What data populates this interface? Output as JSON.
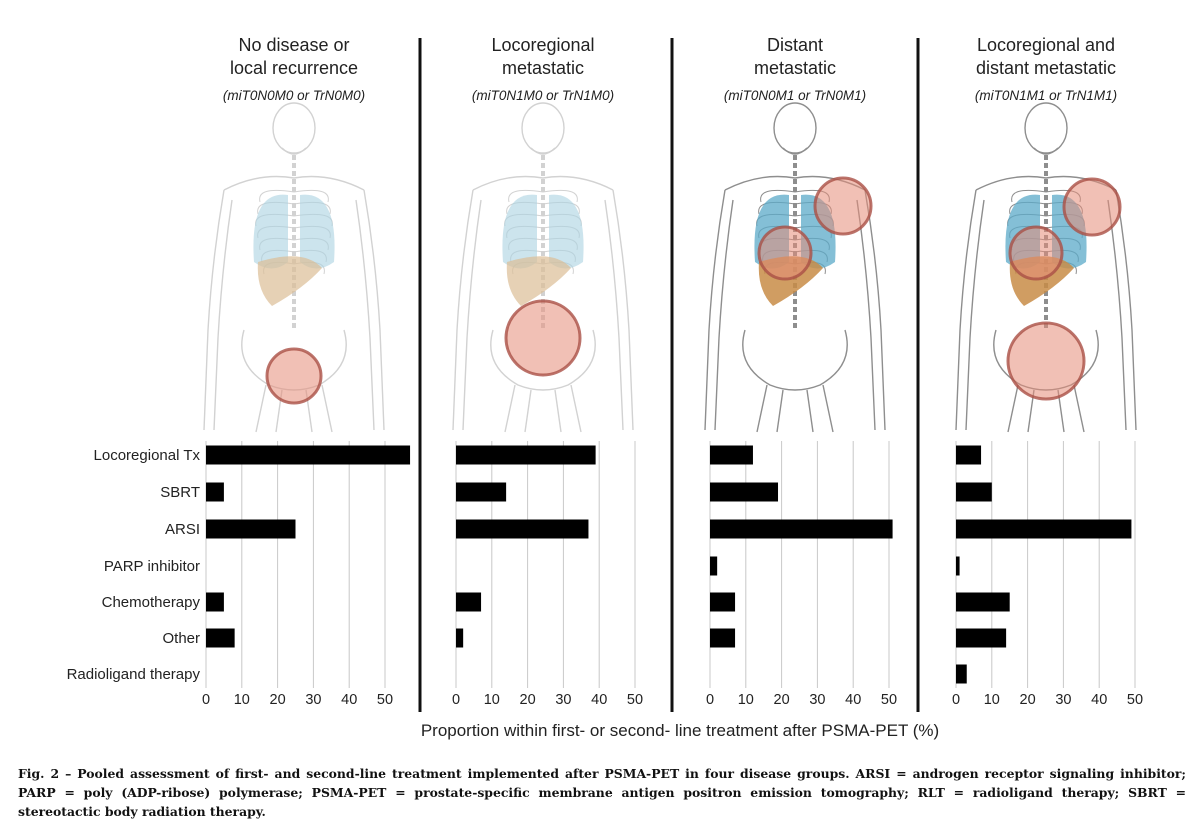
{
  "panels": [
    {
      "title_line1": "No disease or",
      "title_line2": "local recurrence",
      "subtitle": "(miT0N0M0 or TrN0M0)"
    },
    {
      "title_line1": "Locoregional",
      "title_line2": "metastatic",
      "subtitle": "(miT0N1M0 or TrN1M0)"
    },
    {
      "title_line1": "Distant",
      "title_line2": "metastatic",
      "subtitle": "(miT0N0M1 or TrN0M1)"
    },
    {
      "title_line1": "Locoregional and",
      "title_line2": "distant metastatic",
      "subtitle": "(miT0N1M1 or TrN1M1)"
    }
  ],
  "chart_data": {
    "type": "bar",
    "orientation": "horizontal",
    "categories": [
      "Locoregional Tx",
      "SBRT",
      "ARSI",
      "PARP inhibitor",
      "Chemotherapy",
      "Other",
      "Radioligand therapy"
    ],
    "xlabel": "Proportion within first- or second- line treatment after PSMA-PET (%)",
    "grid": true,
    "panels": [
      {
        "xlim": [
          0,
          57
        ],
        "ticks": [
          0,
          10,
          20,
          30,
          40,
          50
        ],
        "values": [
          57,
          5,
          25,
          0,
          5,
          8,
          0
        ]
      },
      {
        "xlim": [
          0,
          55
        ],
        "ticks": [
          0,
          10,
          20,
          30,
          40,
          50
        ],
        "values": [
          39,
          14,
          37,
          0,
          7,
          2,
          0
        ]
      },
      {
        "xlim": [
          0,
          55
        ],
        "ticks": [
          0,
          10,
          20,
          30,
          40,
          50
        ],
        "values": [
          12,
          19,
          51,
          2,
          7,
          7,
          0
        ]
      },
      {
        "xlim": [
          0,
          55
        ],
        "ticks": [
          0,
          10,
          20,
          30,
          40,
          50
        ],
        "values": [
          7,
          10,
          49,
          1,
          15,
          14,
          3
        ]
      }
    ]
  },
  "caption": {
    "text": "Fig. 2 – Pooled assessment of first- and second-line treatment implemented after PSMA-PET in four disease groups. ARSI = androgen receptor signaling inhibitor; PARP = poly (ADP-ribose) polymerase; PSMA-PET = prostate-specific membrane antigen positron emission tomography; RLT = radioligand therapy; SBRT = stereotactic body radiation therapy."
  }
}
